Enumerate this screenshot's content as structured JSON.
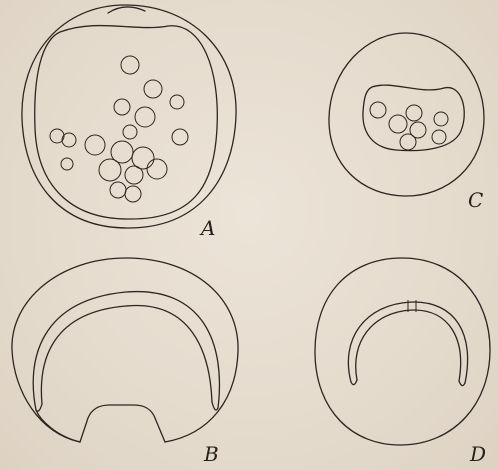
{
  "figure_labels": {
    "a": "A",
    "b": "B",
    "c": "C",
    "d": "D"
  },
  "colors": {
    "paper": "#e6ddd0",
    "ink": "#2b2620"
  }
}
